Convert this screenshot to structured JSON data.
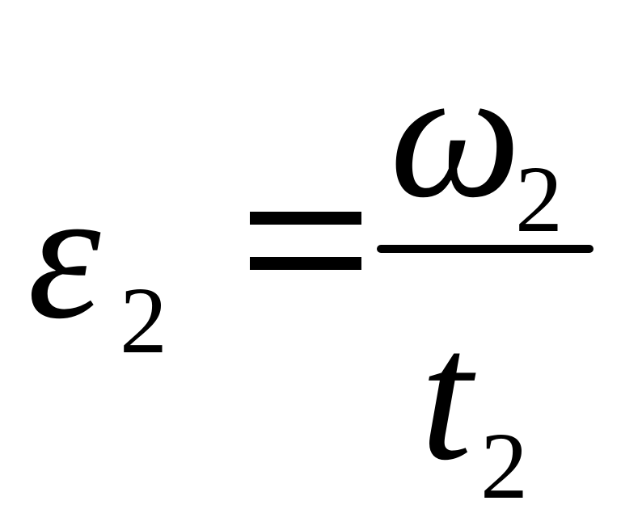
{
  "formula": {
    "lhs": {
      "symbol": "ε",
      "subscript": "2"
    },
    "relation": "=",
    "numerator": {
      "symbol": "ω",
      "subscript": "2"
    },
    "denominator": {
      "symbol": "t",
      "subscript": "2"
    }
  }
}
